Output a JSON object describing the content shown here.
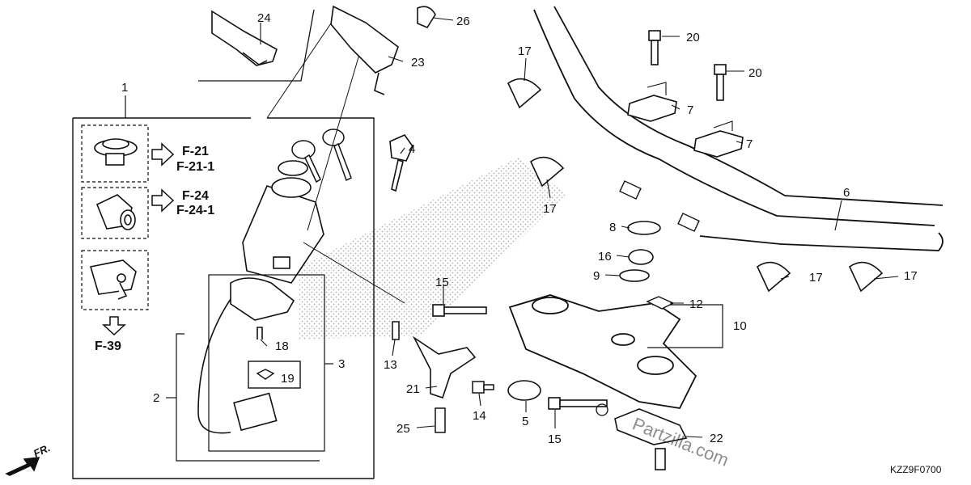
{
  "diagram": {
    "code": "KZZ9F0700",
    "front_label": "FR.",
    "watermark": "Partzilla.com",
    "callouts": [
      {
        "id": "c1",
        "text": "1"
      },
      {
        "id": "c2",
        "text": "2"
      },
      {
        "id": "c3",
        "text": "3"
      },
      {
        "id": "c4",
        "text": "4"
      },
      {
        "id": "c5",
        "text": "5"
      },
      {
        "id": "c6",
        "text": "6"
      },
      {
        "id": "c7a",
        "text": "7"
      },
      {
        "id": "c7b",
        "text": "7"
      },
      {
        "id": "c8",
        "text": "8"
      },
      {
        "id": "c9",
        "text": "9"
      },
      {
        "id": "c10",
        "text": "10"
      },
      {
        "id": "c12",
        "text": "12"
      },
      {
        "id": "c13",
        "text": "13"
      },
      {
        "id": "c14",
        "text": "14"
      },
      {
        "id": "c15a",
        "text": "15"
      },
      {
        "id": "c15b",
        "text": "15"
      },
      {
        "id": "c16",
        "text": "16"
      },
      {
        "id": "c17a",
        "text": "17"
      },
      {
        "id": "c17b",
        "text": "17"
      },
      {
        "id": "c17c",
        "text": "17"
      },
      {
        "id": "c17d",
        "text": "17"
      },
      {
        "id": "c18",
        "text": "18"
      },
      {
        "id": "c19",
        "text": "19"
      },
      {
        "id": "c20a",
        "text": "20"
      },
      {
        "id": "c20b",
        "text": "20"
      },
      {
        "id": "c21",
        "text": "21"
      },
      {
        "id": "c22",
        "text": "22"
      },
      {
        "id": "c23",
        "text": "23"
      },
      {
        "id": "c24",
        "text": "24"
      },
      {
        "id": "c25",
        "text": "25"
      },
      {
        "id": "c26",
        "text": "26"
      }
    ],
    "references": [
      {
        "id": "r1",
        "text": "F-21"
      },
      {
        "id": "r2",
        "text": "F-21-1"
      },
      {
        "id": "r3",
        "text": "F-24"
      },
      {
        "id": "r4",
        "text": "F-24-1"
      },
      {
        "id": "r5",
        "text": "F-39"
      }
    ]
  }
}
